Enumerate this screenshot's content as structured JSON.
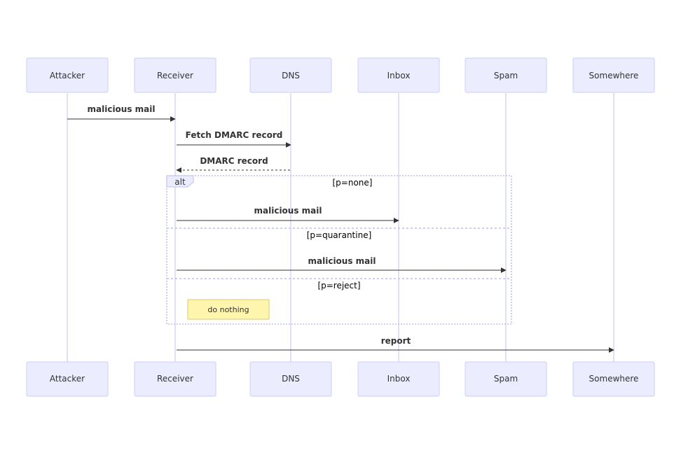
{
  "actors": [
    {
      "id": "attacker",
      "label": "Attacker"
    },
    {
      "id": "receiver",
      "label": "Receiver"
    },
    {
      "id": "dns",
      "label": "DNS"
    },
    {
      "id": "inbox",
      "label": "Inbox"
    },
    {
      "id": "spam",
      "label": "Spam"
    },
    {
      "id": "somewhere",
      "label": "Somewhere"
    }
  ],
  "messages": [
    {
      "from": "attacker",
      "to": "receiver",
      "label": "malicious mail",
      "style": "solid"
    },
    {
      "from": "receiver",
      "to": "dns",
      "label": "Fetch DMARC record",
      "style": "solid"
    },
    {
      "from": "dns",
      "to": "receiver",
      "label": "DMARC record",
      "style": "dashed"
    },
    {
      "from": "receiver",
      "to": "inbox",
      "label": "malicious mail",
      "style": "solid"
    },
    {
      "from": "receiver",
      "to": "spam",
      "label": "malicious mail",
      "style": "solid"
    },
    {
      "from": "receiver",
      "to": "somewhere",
      "label": "report",
      "style": "solid"
    }
  ],
  "alt_block": {
    "label": "alt",
    "conditions": [
      "[p=none]",
      "[p=quarantine]",
      "[p=reject]"
    ]
  },
  "note": {
    "over": "receiver",
    "text": "do nothing"
  }
}
